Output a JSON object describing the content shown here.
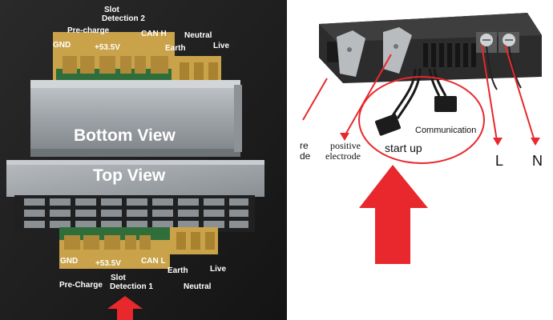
{
  "left_panel": {
    "bottom_view_title": "Bottom View",
    "top_view_title": "Top View",
    "bottom_labels": {
      "gnd": "GND",
      "pre_charge": "Pre-charge",
      "voltage": "+53.5V",
      "slot_detection_line1": "Slot",
      "slot_detection_line2": "Detection 2",
      "can_h": "CAN H",
      "earth": "Earth",
      "neutral": "Neutral",
      "live": "Live"
    },
    "top_labels": {
      "gnd": "GND",
      "pre_charge": "Pre-Charge",
      "voltage": "+53.5V",
      "slot_detection_line1": "Slot",
      "slot_detection_line2": "Detection 1",
      "can_l": "CAN L",
      "earth": "Earth",
      "neutral": "Neutral",
      "live": "Live"
    }
  },
  "right_panel": {
    "cut_label_line1": "re",
    "cut_label_line2": "de",
    "positive_line1": "positive",
    "positive_line2": "electrode",
    "start_up": "start up",
    "communication": "Communication",
    "l_label": "L",
    "n_label": "N"
  },
  "colors": {
    "arrow_red": "#e8282d",
    "pcb_gold": "#c9a24a",
    "pcb_green": "#2f6e3a",
    "metal": "#a9aeb3"
  }
}
